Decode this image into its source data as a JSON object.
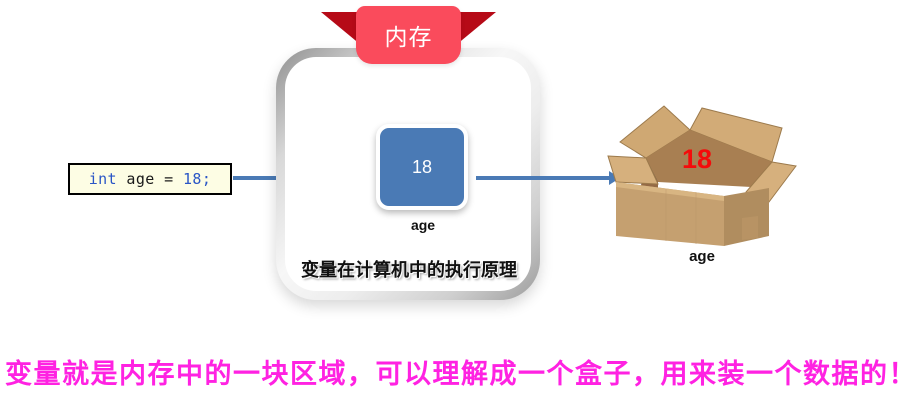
{
  "code_snippet": {
    "keyword": "int",
    "middle": " age = ",
    "value": "18;"
  },
  "ribbon": {
    "label": "内存"
  },
  "memory_cell": {
    "value": "18",
    "label": "age"
  },
  "card": {
    "caption": "变量在计算机中的执行原理"
  },
  "cardboard_box": {
    "value": "18",
    "label": "age",
    "colors": {
      "front": "#c19a6b",
      "front_shadow": "#b08d5f",
      "inside": "#a07b4e",
      "flap_light": "#d4ac76",
      "flap_mid": "#c49f68",
      "edge": "#8f6b42"
    }
  },
  "bottom_note": {
    "text": "变量就是内存中的一块区域，可以理解成一个盒子，用来装一个数据的！",
    "color": "#ff22e2"
  },
  "arrows": {
    "color": "#4a7ab5",
    "count": 2
  },
  "palette": {
    "ribbon_main": "#fa4b5c",
    "ribbon_wing": "#b60a17",
    "memory_cell": "#4a7ab5",
    "code_bg": "#fdfde4",
    "code_keyword": "#2a56c6",
    "box_value": "#f40b0b"
  }
}
